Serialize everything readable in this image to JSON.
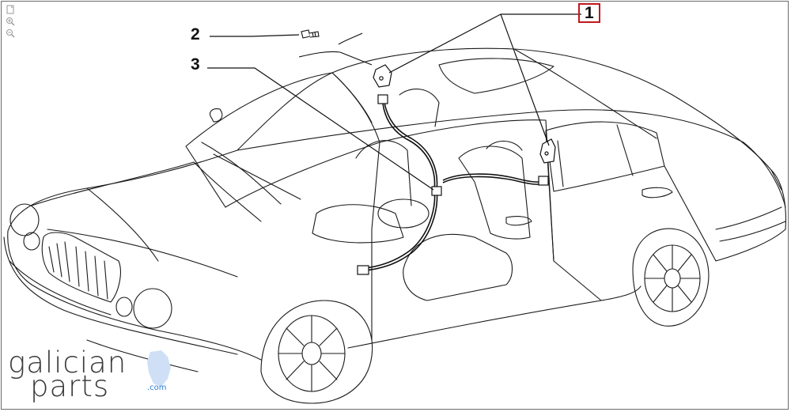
{
  "toolbar": {
    "icons": [
      "fit-page-icon",
      "zoom-in-icon",
      "zoom-out-icon"
    ]
  },
  "callouts": {
    "c1": "1",
    "c2": "2",
    "c3": "3"
  },
  "logo": {
    "line1": "galician",
    "line2": "parts",
    "domain": ".com",
    "brand_color": "#2e7bd6",
    "accent_shape_color": "#cfe0f6"
  },
  "colors": {
    "line": "#1a1a1a",
    "frame": "#6b6b6b",
    "callout_box": "#c0181e"
  }
}
